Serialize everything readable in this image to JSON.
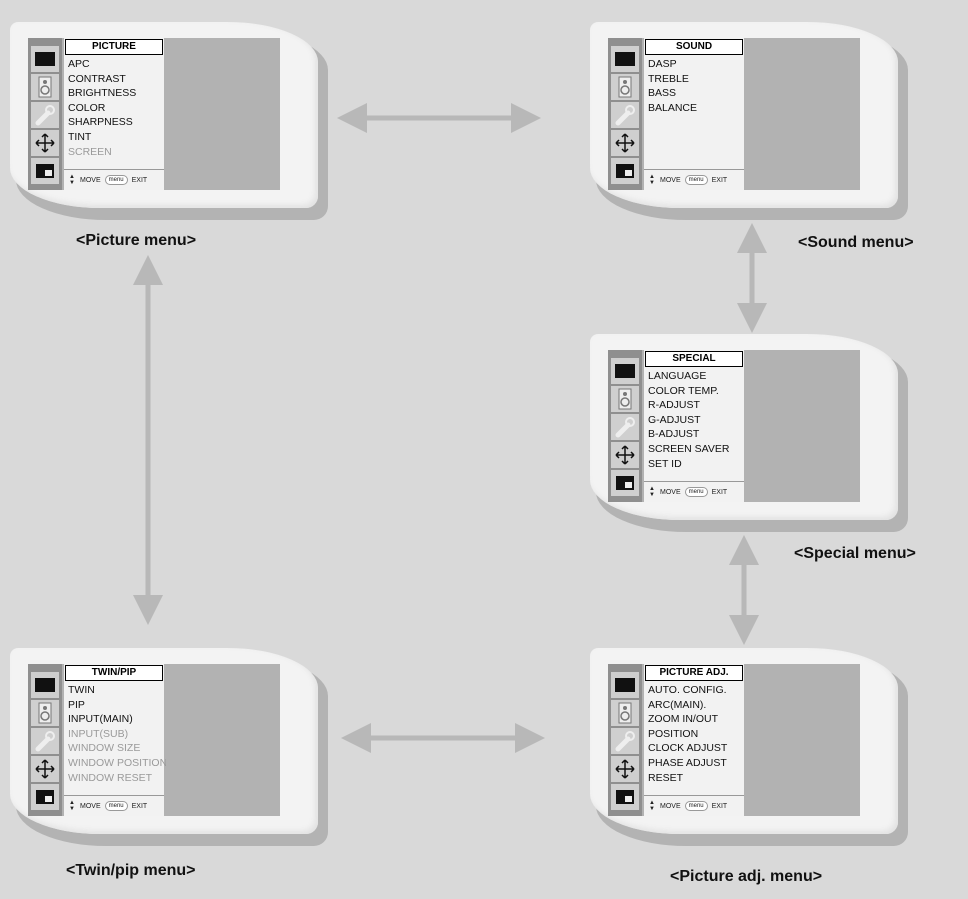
{
  "panels": {
    "picture": {
      "title": "PICTURE",
      "items": [
        "APC",
        "CONTRAST",
        "BRIGHTNESS",
        "COLOR",
        "SHARPNESS",
        "TINT",
        "SCREEN"
      ],
      "disabled": [
        false,
        false,
        false,
        false,
        false,
        false,
        true
      ],
      "caption": "<Picture menu>"
    },
    "sound": {
      "title": "SOUND",
      "items": [
        "DASP",
        "TREBLE",
        "BASS",
        "BALANCE"
      ],
      "disabled": [
        false,
        false,
        false,
        false
      ],
      "caption": "<Sound menu>"
    },
    "special": {
      "title": "SPECIAL",
      "items": [
        "LANGUAGE",
        "COLOR TEMP.",
        "R-ADJUST",
        "G-ADJUST",
        "B-ADJUST",
        "SCREEN SAVER",
        "SET ID"
      ],
      "disabled": [
        false,
        false,
        false,
        false,
        false,
        false,
        false
      ],
      "caption": "<Special menu>"
    },
    "twinpip": {
      "title": "TWIN/PIP",
      "items": [
        "TWIN",
        "PIP",
        "INPUT(MAIN)",
        "INPUT(SUB)",
        "WINDOW SIZE",
        "WINDOW POSITION",
        "WINDOW RESET"
      ],
      "disabled": [
        false,
        false,
        false,
        true,
        true,
        true,
        true
      ],
      "caption": "<Twin/pip menu>"
    },
    "pictureadj": {
      "title": "PICTURE ADJ.",
      "items": [
        "AUTO. CONFIG.",
        "ARC(MAIN).",
        "ZOOM IN/OUT",
        "POSITION",
        "CLOCK ADJUST",
        "PHASE ADJUST",
        "RESET"
      ],
      "disabled": [
        false,
        false,
        false,
        false,
        false,
        false,
        false
      ],
      "caption": "<Picture adj. menu>"
    }
  },
  "footer": {
    "move": "MOVE",
    "menu": "menu",
    "exit": "EXIT"
  },
  "colors": {
    "background": "#d9d9d9",
    "arrow": "#b8b8b8",
    "disabled_text": "#9a9a9a"
  }
}
